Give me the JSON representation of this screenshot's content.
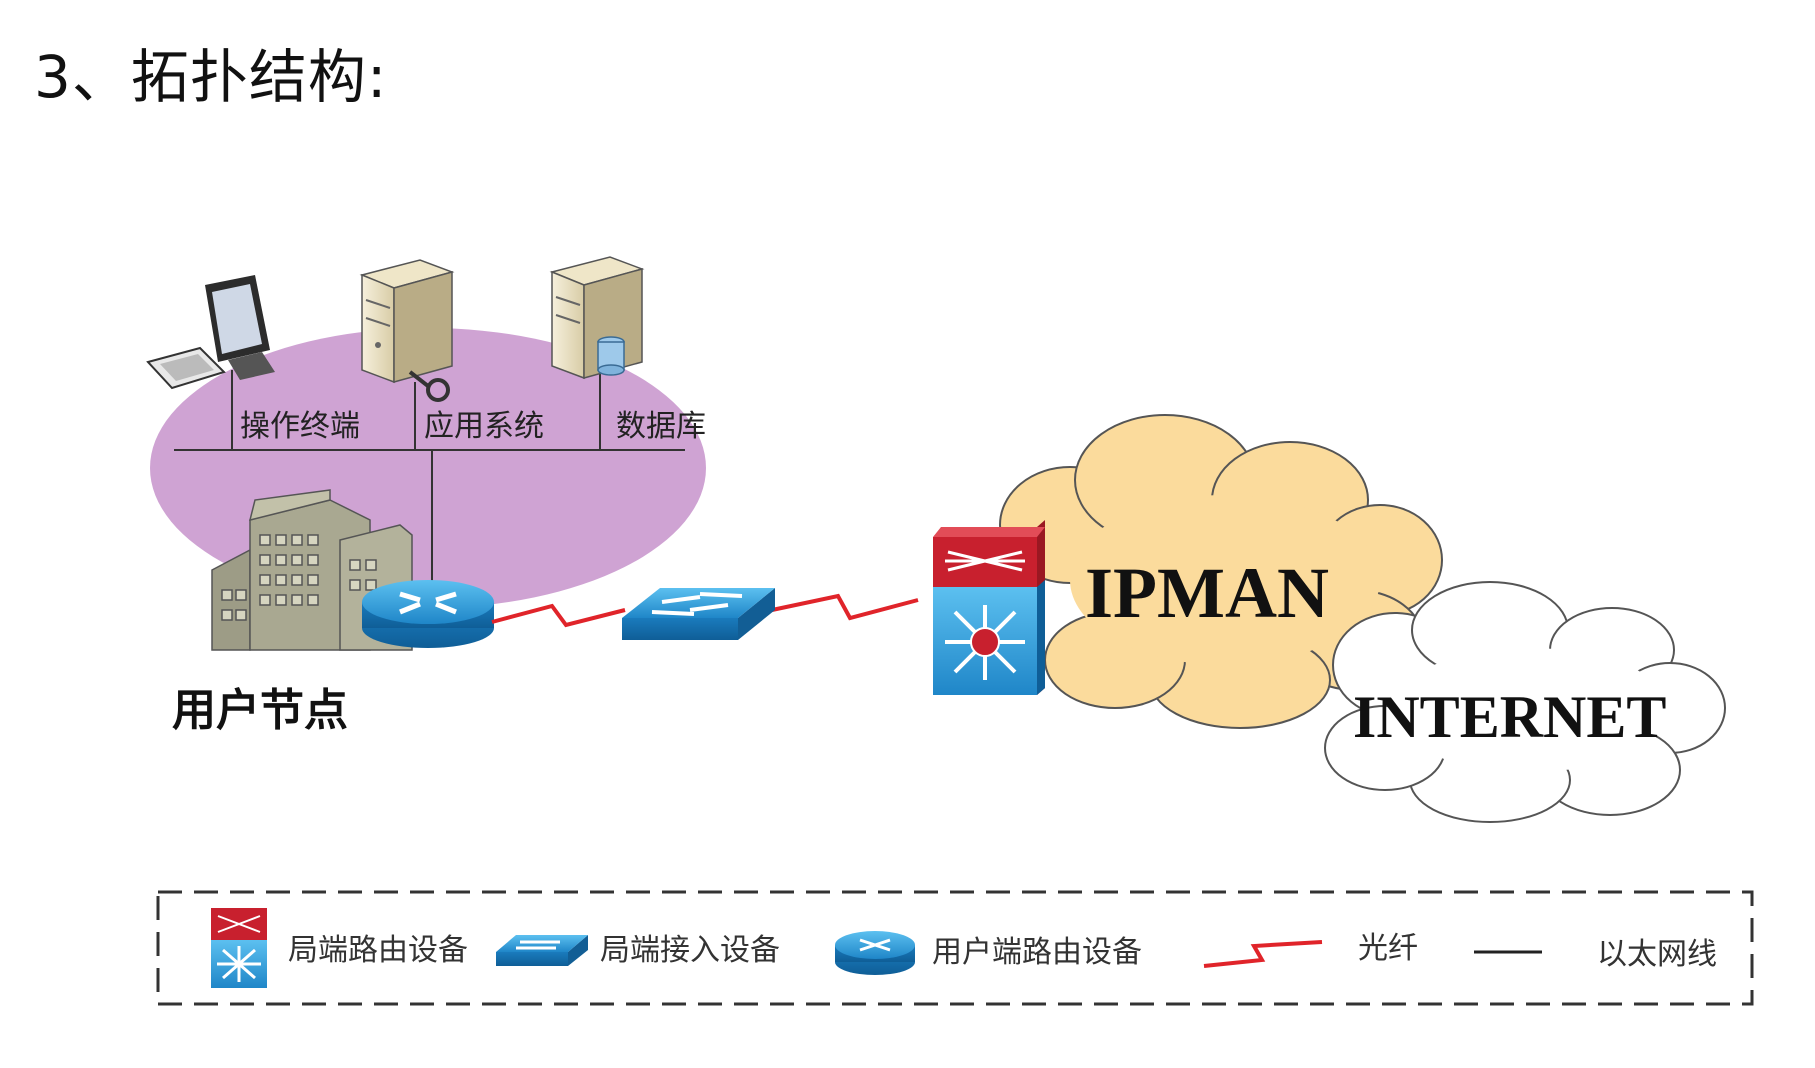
{
  "heading": "3、拓扑结构:",
  "diagram": {
    "lan_labels": {
      "terminal": "操作终端",
      "app_system": "应用系统",
      "database": "数据库"
    },
    "user_node": "用户节点",
    "cloud_ipman": "IPMAN",
    "cloud_internet": "INTERNET",
    "legend": {
      "local_router": "局端路由设备",
      "local_access": "局端接入设备",
      "user_router": "用户端路由设备",
      "fiber": "光纤",
      "ethernet": "以太网线"
    },
    "colors": {
      "lan_ellipse": "#cfa3d3",
      "ipman_cloud": "#fbdb9c",
      "fiber": "#e0242a",
      "device_blue": "#2b8fd0",
      "device_red": "#c8202e"
    }
  }
}
